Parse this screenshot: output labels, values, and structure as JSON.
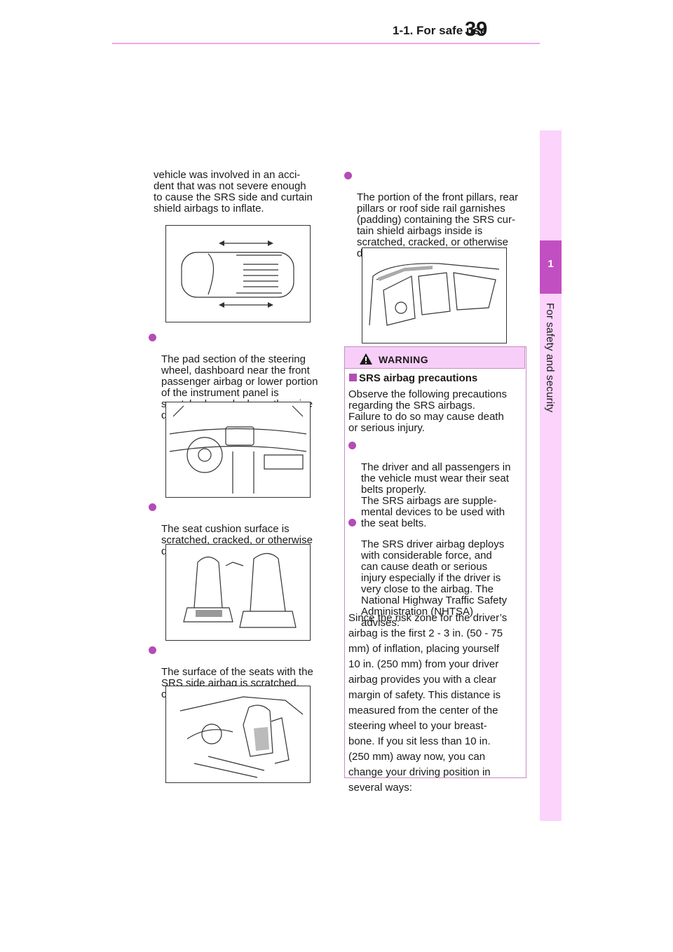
{
  "header": {
    "section": "1-1. For safe use",
    "page_number": "39"
  },
  "side_tab": {
    "number": "1",
    "label": "For safety and security"
  },
  "left_column": {
    "intro": "vehicle was involved in an acci-\ndent that was not severe enough\nto cause the SRS side and curtain\nshield airbags to inflate.",
    "bullet1": "The pad section of the steering\nwheel, dashboard near the front\npassenger airbag or lower portion\nof the instrument panel is\nscratched, cracked, or otherwise\ndamaged.",
    "bullet2": "The seat cushion surface is\nscratched, cracked, or otherwise\ndamaged.",
    "bullet3": "The surface of the seats with the\nSRS side airbag is scratched,\ncracked, or otherwise damaged."
  },
  "right_column": {
    "bullet1": "The portion of the front pillars, rear\npillars or roof side rail garnishes\n(padding) containing the SRS cur-\ntain shield airbags inside is\nscratched, cracked, or otherwise\ndamaged."
  },
  "warning": {
    "title": "WARNING",
    "subheading": "SRS airbag precautions",
    "intro": "Observe the following precautions\nregarding the SRS airbags.\nFailure to do so may cause death\nor serious injury.",
    "bullet1": "The driver and all passengers in\nthe vehicle must wear their seat\nbelts properly.\nThe SRS airbags are supple-\nmental devices to be used with\nthe seat belts.",
    "bullet2": "The SRS driver airbag deploys\nwith considerable force, and\ncan cause death or serious\ninjury especially if the driver is\nvery close to the airbag. The\nNational Highway Traffic Safety\nAdministration (NHTSA)\nadvises:",
    "body": "Since the risk zone for the driver’s\nairbag is the first 2 - 3 in. (50 - 75\nmm) of inflation, placing yourself\n10 in. (250 mm) from your driver\nairbag provides you with a clear\nmargin of safety. This distance is\nmeasured from the center of the\nsteering wheel to your breast-\nbone. If you sit less than 10 in.\n(250 mm) away now, you can\nchange your driving position in\nseveral ways:"
  },
  "colors": {
    "accent": "#b44cb4",
    "tab": "#c24fc2",
    "strip": "#fbd3fb",
    "warning_header": "#f7cef7"
  },
  "figures": [
    "car-top-view-illustration",
    "dashboard-illustration",
    "seat-cushion-illustration",
    "side-airbag-seat-illustration",
    "pillar-garnish-illustration"
  ]
}
